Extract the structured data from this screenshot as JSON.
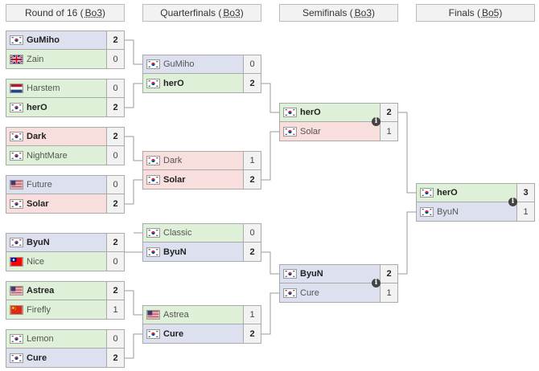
{
  "rounds": [
    {
      "title": "Round of 16",
      "format": "Bo3"
    },
    {
      "title": "Quarterfinals",
      "format": "Bo3"
    },
    {
      "title": "Semifinals",
      "format": "Bo3"
    },
    {
      "title": "Finals",
      "format": "Bo5"
    }
  ],
  "matches": [
    {
      "round": 0,
      "info": false,
      "players": [
        {
          "name": "GuMiho",
          "flag": "kr",
          "score": "2",
          "win": true,
          "color": "blue"
        },
        {
          "name": "Zain",
          "flag": "gb",
          "score": "0",
          "win": false,
          "color": "green"
        }
      ]
    },
    {
      "round": 0,
      "info": false,
      "players": [
        {
          "name": "Harstem",
          "flag": "nl",
          "score": "0",
          "win": false,
          "color": "green"
        },
        {
          "name": "herO",
          "flag": "kr",
          "score": "2",
          "win": true,
          "color": "green"
        }
      ]
    },
    {
      "round": 0,
      "info": false,
      "players": [
        {
          "name": "Dark",
          "flag": "kr",
          "score": "2",
          "win": true,
          "color": "red"
        },
        {
          "name": "NightMare",
          "flag": "kr",
          "score": "0",
          "win": false,
          "color": "green"
        }
      ]
    },
    {
      "round": 0,
      "info": false,
      "players": [
        {
          "name": "Future",
          "flag": "us",
          "score": "0",
          "win": false,
          "color": "blue"
        },
        {
          "name": "Solar",
          "flag": "kr",
          "score": "2",
          "win": true,
          "color": "red"
        }
      ]
    },
    {
      "round": 0,
      "info": false,
      "players": [
        {
          "name": "ByuN",
          "flag": "kr",
          "score": "2",
          "win": true,
          "color": "blue"
        },
        {
          "name": "Nice",
          "flag": "tw",
          "score": "0",
          "win": false,
          "color": "green"
        }
      ]
    },
    {
      "round": 0,
      "info": false,
      "players": [
        {
          "name": "Astrea",
          "flag": "us",
          "score": "2",
          "win": true,
          "color": "green"
        },
        {
          "name": "Firefly",
          "flag": "cn",
          "score": "1",
          "win": false,
          "color": "green"
        }
      ]
    },
    {
      "round": 0,
      "info": false,
      "players": [
        {
          "name": "Lemon",
          "flag": "kr",
          "score": "0",
          "win": false,
          "color": "green"
        },
        {
          "name": "Cure",
          "flag": "kr",
          "score": "2",
          "win": true,
          "color": "blue"
        }
      ]
    },
    {
      "round": 1,
      "info": false,
      "players": [
        {
          "name": "GuMiho",
          "flag": "kr",
          "score": "0",
          "win": false,
          "color": "blue"
        },
        {
          "name": "herO",
          "flag": "kr",
          "score": "2",
          "win": true,
          "color": "green"
        }
      ]
    },
    {
      "round": 1,
      "info": false,
      "players": [
        {
          "name": "Dark",
          "flag": "kr",
          "score": "1",
          "win": false,
          "color": "red"
        },
        {
          "name": "Solar",
          "flag": "kr",
          "score": "2",
          "win": true,
          "color": "red"
        }
      ]
    },
    {
      "round": 1,
      "info": false,
      "players": [
        {
          "name": "Classic",
          "flag": "kr",
          "score": "0",
          "win": false,
          "color": "green"
        },
        {
          "name": "ByuN",
          "flag": "kr",
          "score": "2",
          "win": true,
          "color": "blue"
        }
      ]
    },
    {
      "round": 1,
      "info": false,
      "players": [
        {
          "name": "Astrea",
          "flag": "us",
          "score": "1",
          "win": false,
          "color": "green"
        },
        {
          "name": "Cure",
          "flag": "kr",
          "score": "2",
          "win": true,
          "color": "blue"
        }
      ]
    },
    {
      "round": 2,
      "info": true,
      "players": [
        {
          "name": "herO",
          "flag": "kr",
          "score": "2",
          "win": true,
          "color": "green"
        },
        {
          "name": "Solar",
          "flag": "kr",
          "score": "1",
          "win": false,
          "color": "red"
        }
      ]
    },
    {
      "round": 2,
      "info": true,
      "players": [
        {
          "name": "ByuN",
          "flag": "kr",
          "score": "2",
          "win": true,
          "color": "blue"
        },
        {
          "name": "Cure",
          "flag": "kr",
          "score": "1",
          "win": false,
          "color": "blue"
        }
      ]
    },
    {
      "round": 3,
      "info": true,
      "players": [
        {
          "name": "herO",
          "flag": "kr",
          "score": "3",
          "win": true,
          "color": "green"
        },
        {
          "name": "ByuN",
          "flag": "kr",
          "score": "1",
          "win": false,
          "color": "blue"
        }
      ]
    }
  ],
  "info_icon_glyph": "i"
}
